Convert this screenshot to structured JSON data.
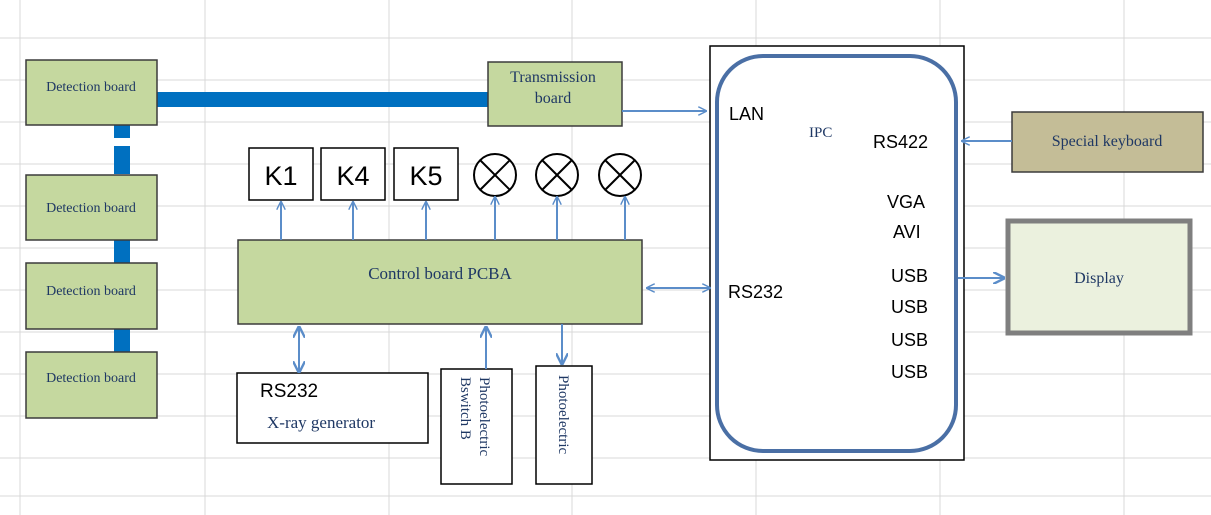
{
  "detection_boards": [
    "Detection board",
    "Detection board",
    "Detection board",
    "Detection board"
  ],
  "transmission_board": [
    "Transmission",
    "board"
  ],
  "control_board": "Control board PCBA",
  "keys": [
    "K1",
    "K4",
    "K5"
  ],
  "x_ray": {
    "port": "RS232",
    "name": "X-ray generator"
  },
  "photo_switch_b": [
    "Photoelectric",
    "Bswitch B"
  ],
  "photo_switch": "Photoelectric",
  "ipc": {
    "title": "IPC",
    "ports": {
      "lan": "LAN",
      "rs422": "RS422",
      "vga": "VGA",
      "avi": "AVI",
      "rs232": "RS232",
      "usb": [
        "USB",
        "USB",
        "USB",
        "USB"
      ]
    }
  },
  "special_keyboard": "Special keyboard",
  "display": "Display",
  "colors": {
    "box_green": "#c5d89f",
    "keyboard_tan": "#c4bd97",
    "display_fill": "#ebf1de",
    "bus_blue": "#0070c0",
    "arrow_blue": "#5b8dc9",
    "ipc_outline": "#4a6fa5",
    "grid": "#d9d9d9"
  }
}
